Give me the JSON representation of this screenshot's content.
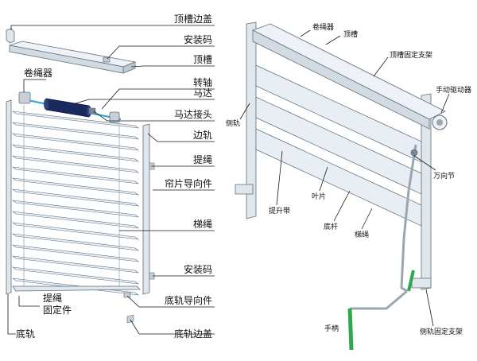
{
  "colors": {
    "frame_fill": "#dfe6ec",
    "frame_stroke": "#5e6e7c",
    "slat_fill": "#e8eef3",
    "slat_blue": "#3aa6d8",
    "motor": "#1b2a5e",
    "crank_green": "#2fa84f",
    "rail_grey": "#9aa7b2"
  },
  "left_labels": {
    "top_cover": "顶槽边盖",
    "mount_code_top": "安装码",
    "top_groove": "顶槽",
    "cord_reel": "卷绳器",
    "shaft": "转轴",
    "motor": "马达",
    "motor_coupler": "马达接头",
    "side_rail": "边轨",
    "lift_cord": "提绳",
    "slat_guide": "帘片导向件",
    "ladder_cord": "梯绳",
    "mount_code_bottom": "安装码",
    "bottom_guide": "底轨导向件",
    "lift_cord_fixer_1": "提绳",
    "lift_cord_fixer_2": "固定件",
    "bottom_rail": "底轨",
    "bottom_cover": "底轨边盖"
  },
  "right_labels": {
    "cord_reel": "卷绳器",
    "top_groove": "顶槽",
    "top_bracket": "顶槽固定支架",
    "manual_driver": "手动驱动器",
    "side_rail": "侧轨",
    "universal_joint": "万向节",
    "lift_strap": "提升带",
    "slat": "叶片",
    "bottom_bar": "底杆",
    "ladder_cord": "梯绳",
    "crank": "手柄",
    "side_bracket": "侧轨固定支架"
  }
}
